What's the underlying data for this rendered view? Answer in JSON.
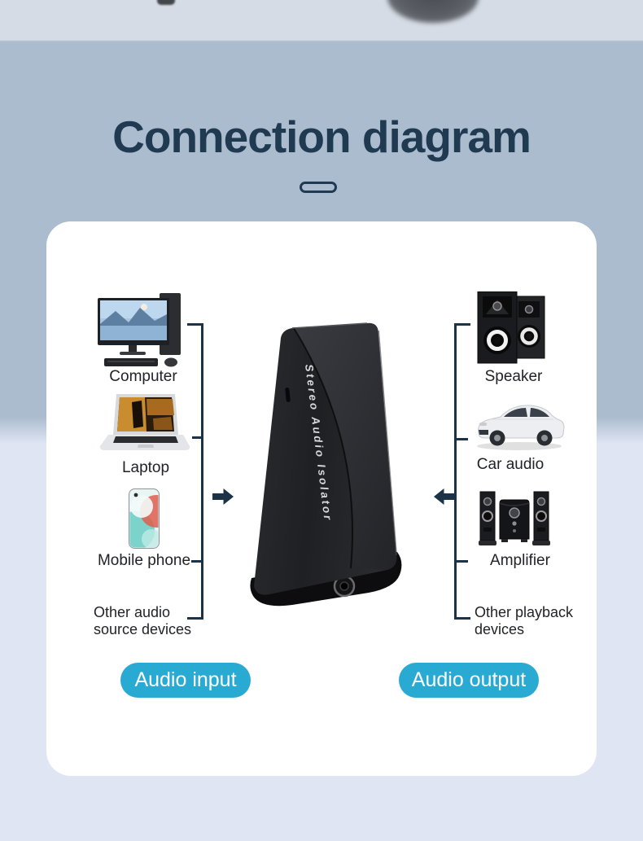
{
  "header": {
    "title": "Connection diagram"
  },
  "device": {
    "label": "Stereo Audio Isolator"
  },
  "audio_input": {
    "items": [
      {
        "label": "Computer",
        "icon": "computer-icon"
      },
      {
        "label": "Laptop",
        "icon": "laptop-icon"
      },
      {
        "label": "Mobile phone",
        "icon": "mobile-phone-icon"
      },
      {
        "label": "Other audio source devices"
      }
    ],
    "badge": "Audio input"
  },
  "audio_output": {
    "items": [
      {
        "label": "Speaker",
        "icon": "speaker-icon"
      },
      {
        "label": "Car audio",
        "icon": "car-audio-icon"
      },
      {
        "label": "Amplifier",
        "icon": "amplifier-icon"
      },
      {
        "label": "Other playback devices"
      }
    ],
    "badge": "Audio output"
  },
  "colors": {
    "accent_navy": "#203a52",
    "line_navy": "#1c3246",
    "badge_cyan": "#29aad3",
    "bg_top": "#d5dce5",
    "bg_mid": "#abbccf",
    "bg_bottom": "#dfe5f3",
    "card": "#ffffff"
  }
}
